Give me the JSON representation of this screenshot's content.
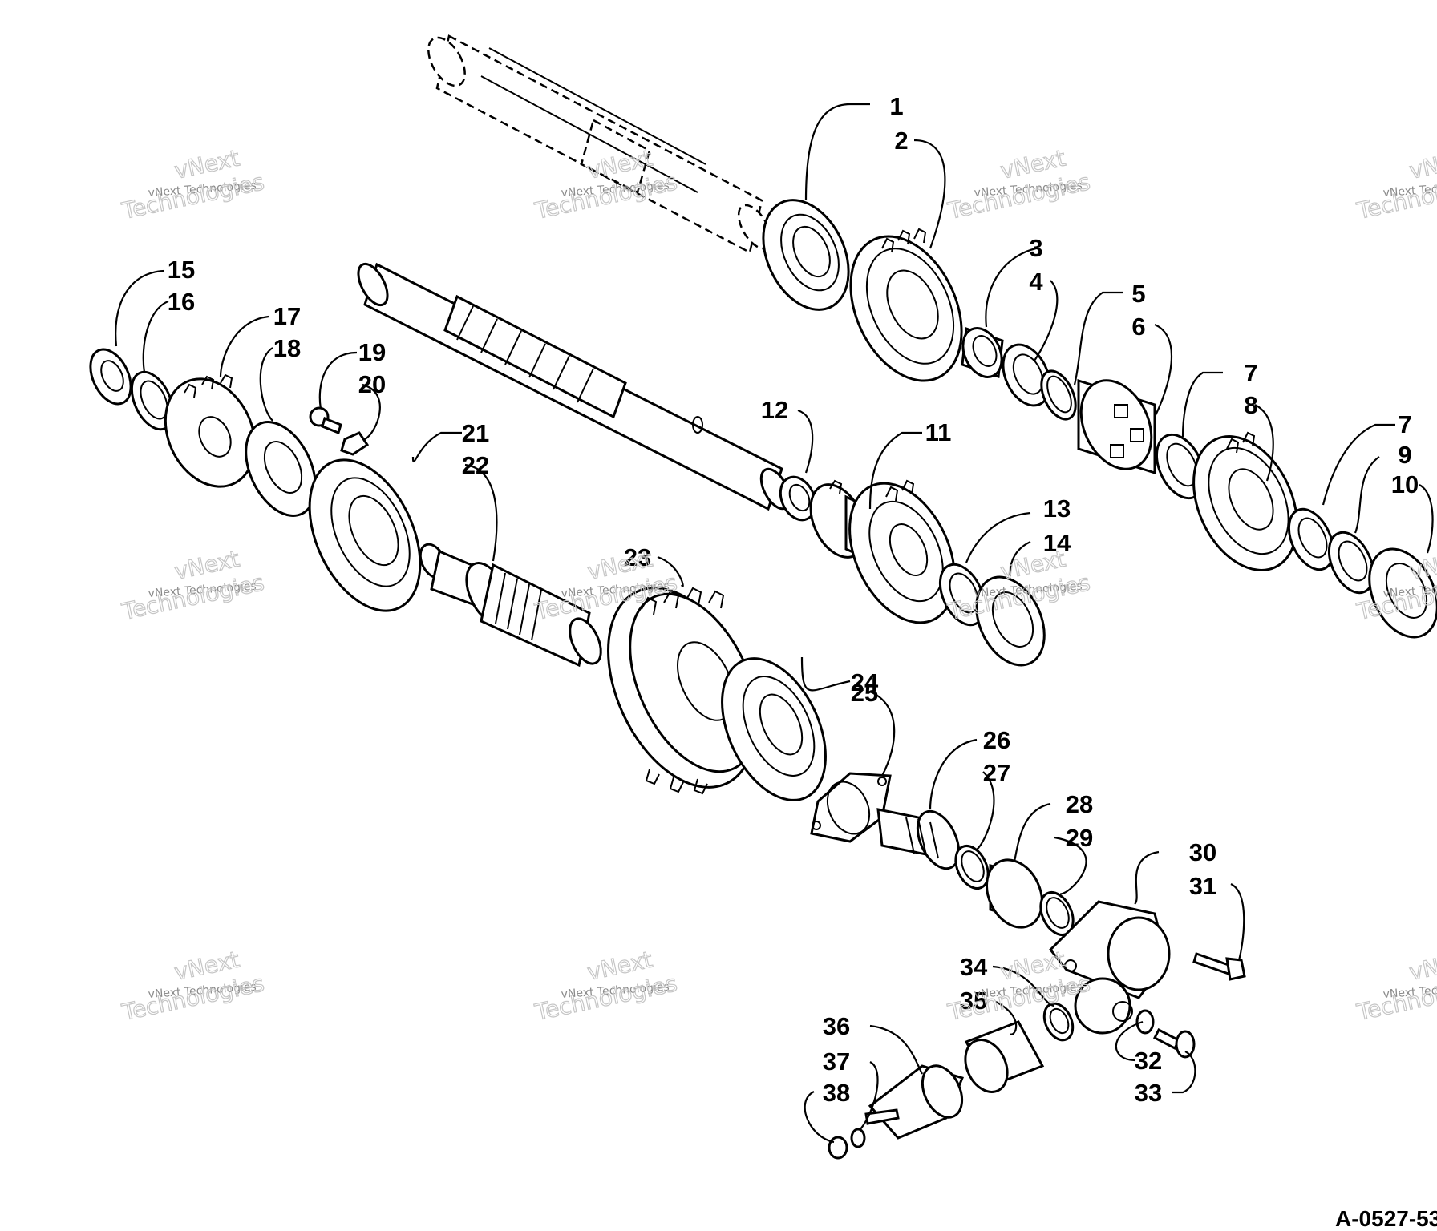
{
  "diagram": {
    "part_numbers": [
      "1",
      "2",
      "3",
      "4",
      "5",
      "6",
      "7",
      "8",
      "7",
      "9",
      "10",
      "11",
      "12",
      "13",
      "14",
      "15",
      "16",
      "17",
      "18",
      "19",
      "20",
      "21",
      "22",
      "23",
      "24",
      "25",
      "26",
      "27",
      "28",
      "29",
      "30",
      "31",
      "32",
      "33",
      "34",
      "35",
      "36",
      "37",
      "38"
    ],
    "watermark": {
      "top_line": "vNext",
      "middle_line": "vNext Technologies",
      "bottom_line": "Technologies"
    },
    "footer_code": "A-0527-53"
  }
}
